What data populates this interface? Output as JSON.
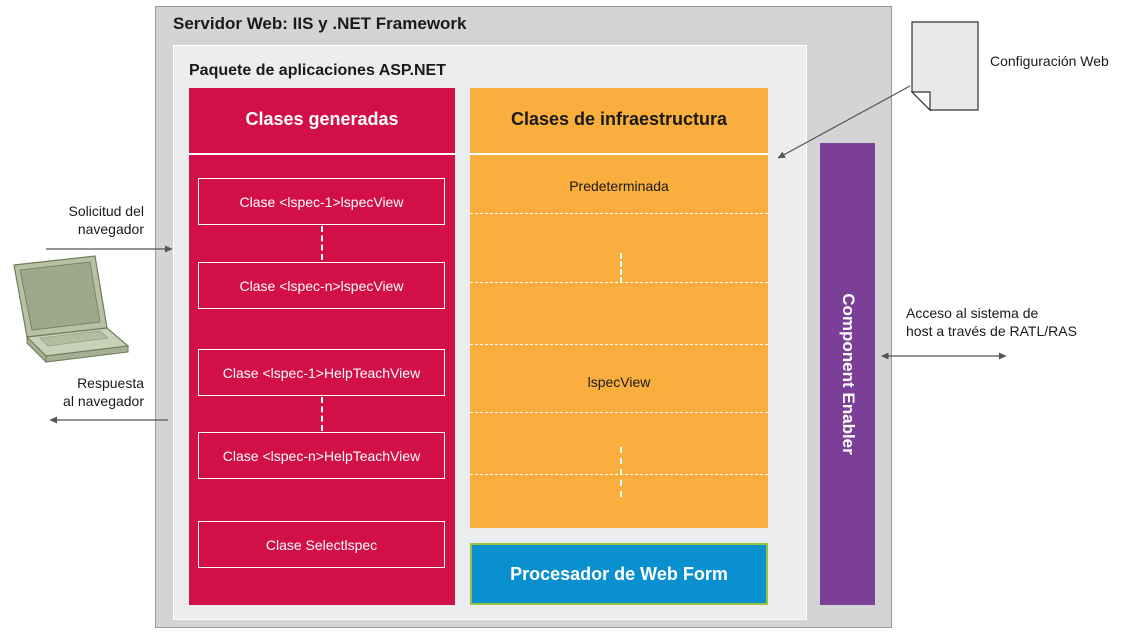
{
  "server": {
    "title": "Servidor Web: IIS y .NET Framework"
  },
  "package": {
    "title": "Paquete de aplicaciones ASP.NET"
  },
  "generated": {
    "header": "Clases generadas",
    "classes": [
      "Clase <lspec-1>lspecView",
      "Clase <lspec-n>lspecView",
      "Clase <lspec-1>HelpTeachView",
      "Clase <lspec-n>HelpTeachView",
      "Clase Selectlspec"
    ]
  },
  "infrastructure": {
    "header": "Clases de infraestructura",
    "items": [
      "Predeterminada",
      "lspecView"
    ]
  },
  "webform": {
    "label": "Procesador de Web Form"
  },
  "enabler": {
    "label": "Component Enabler"
  },
  "external": {
    "config": "Configuración Web",
    "request_line1": "Solicitud del",
    "request_line2": "navegador",
    "response_line1": "Respuesta",
    "response_line2": "al navegador",
    "host_line1": "Acceso al sistema de",
    "host_line2": "host a través de RATL/RAS"
  },
  "colors": {
    "generated": "#d20f46",
    "infrastructure": "#f9ae3d",
    "webform": "#0a8fcf",
    "enabler": "#7b3f98",
    "laptop": "#b7c2a4"
  },
  "icons": [
    "laptop-icon",
    "document-icon"
  ]
}
